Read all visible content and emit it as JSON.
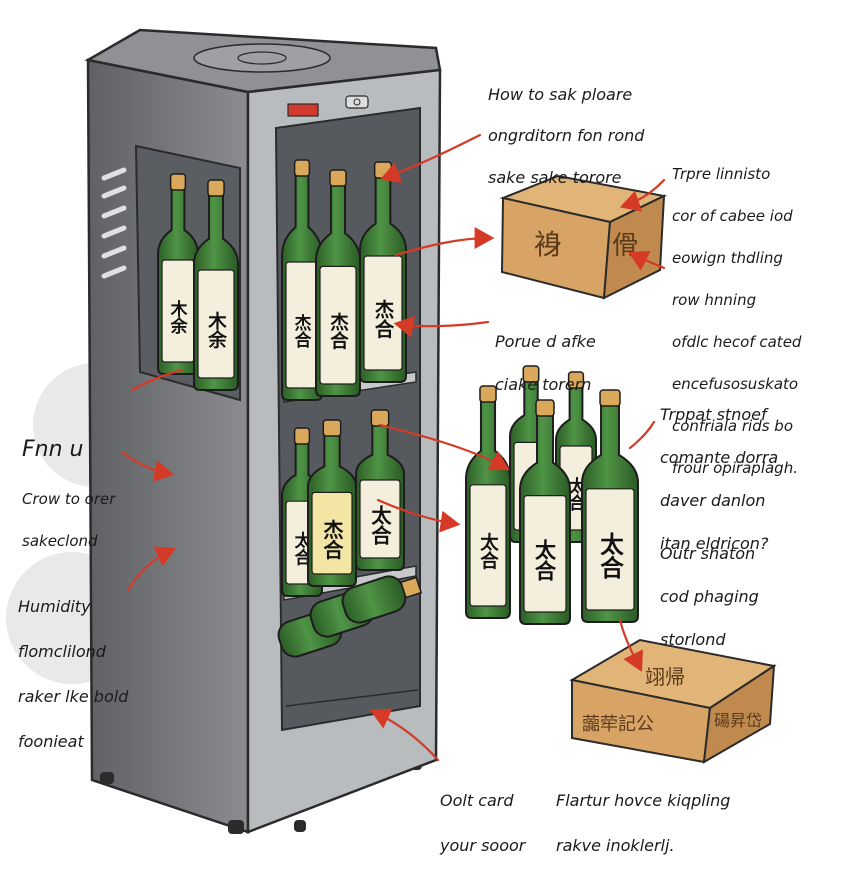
{
  "annotations": {
    "top_note": [
      "How to sak ploare",
      "ongrditorn fon rond",
      "sake sake torore"
    ],
    "right_box_note": [
      "Trpre linnisto",
      "cor of cabee iod",
      "eowign thdling",
      "row hnning",
      "ofdlc hecof cated",
      "encefusosuskato",
      "confriala rids bo",
      "frour opiraplagh."
    ],
    "shelf_note": [
      "Porue d afke",
      "ciake torern"
    ],
    "bottles_note": [
      "Trppat stnoef",
      "comante dorra",
      "daver danlon",
      "itan eldricon?"
    ],
    "storage_note": [
      "Outr shaton",
      "cod phaging",
      "storlond"
    ],
    "door_note": [
      "Oolt card",
      "your sooor"
    ],
    "box_bottom_note": [
      "Flartur hovce kiqpling",
      "rakve inoklerlj."
    ],
    "left_top_note": {
      "title": "Fnn u",
      "lines": [
        "Crow to orer",
        "sakeclond"
      ]
    },
    "left_bottom_note": [
      "Humidity",
      "flomclilond",
      "raker lke bold",
      "foonieat"
    ]
  },
  "labels": {
    "box_top": [
      "裑",
      "傦"
    ],
    "box_bottom_top": "翊帰",
    "box_bottom_front": "虈荦記公",
    "box_bottom_side": "碭昇岱",
    "bottle_main": "太合",
    "bottle_alt": "杰合",
    "bottle_left": "木余"
  },
  "colors": {
    "fridge_body": "#77797c",
    "fridge_door": "#b9bcbf",
    "glass": "#565a5f",
    "bottle_green": "#3f7d37",
    "bottle_label": "#f4efdc",
    "cork": "#d9a85a",
    "box": "#d7a466",
    "arrow": "#d43a26"
  }
}
